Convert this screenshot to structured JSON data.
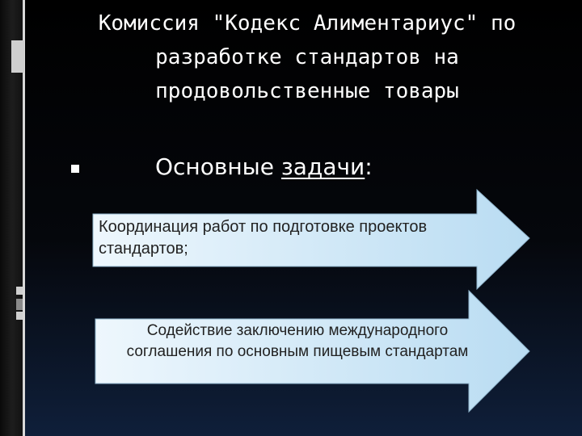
{
  "slide": {
    "title": "Комиссия \"Кодекс Алиментариус\" по\nразработке стандартов на\nпродовольственные товары",
    "subtitle_prefix": "Основные ",
    "subtitle_underlined": "задачи",
    "subtitle_suffix": ":",
    "tasks": [
      {
        "text": "Координация работ по подготовке проектов стандартов;"
      },
      {
        "text": "Содействие заключению международного соглашения по основным пищевым стандартам"
      }
    ]
  },
  "colors": {
    "arrow_fill_start": "#eef7fd",
    "arrow_fill_end": "#b9dcf2",
    "text": "#ffffff"
  }
}
